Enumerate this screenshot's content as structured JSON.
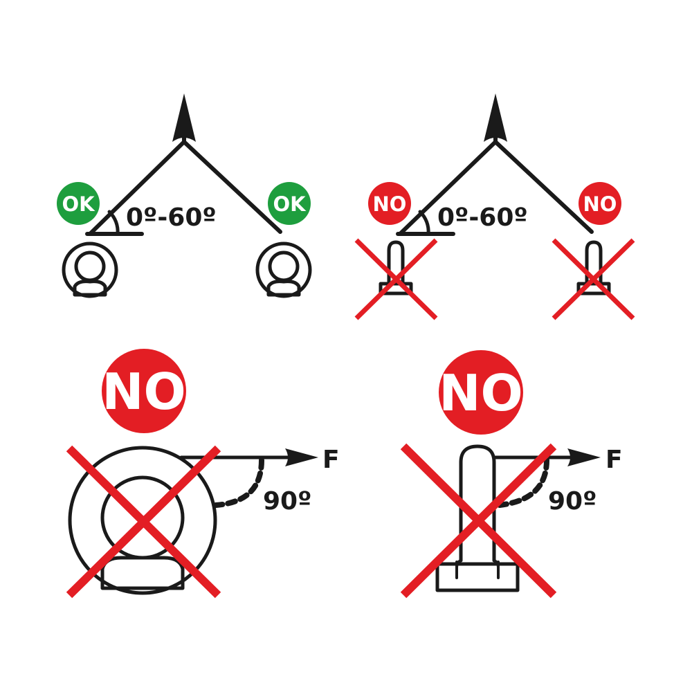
{
  "colors": {
    "ok": "#1e9e3e",
    "no": "#e31e24",
    "ink": "#1a1a1a",
    "cross": "#e31e24"
  },
  "panels": {
    "top_left": {
      "badge_left": "OK",
      "badge_right": "OK",
      "angle_label": "0º-60º",
      "status": "ok"
    },
    "top_right": {
      "badge_left": "NO",
      "badge_right": "NO",
      "angle_label": "0º-60º",
      "status": "no"
    },
    "bottom_left": {
      "badge": "NO",
      "force_label": "F",
      "angle_label": "90º",
      "status": "no"
    },
    "bottom_right": {
      "badge": "NO",
      "force_label": "F",
      "angle_label": "90º",
      "status": "no"
    }
  },
  "icons": [
    "lift-arrow-icon",
    "eye-nut-icon",
    "eye-bolt-icon",
    "force-arrow-icon",
    "cross-out-icon"
  ]
}
